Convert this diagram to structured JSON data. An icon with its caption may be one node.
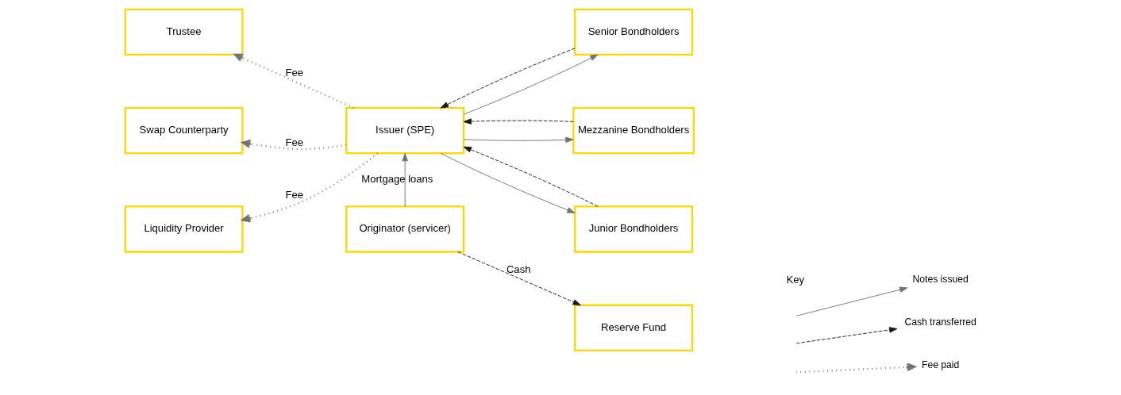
{
  "diagram": {
    "nodes": [
      {
        "text": [
          "Trustee"
        ]
      },
      {
        "text": [
          "Swap Counterparty"
        ]
      },
      {
        "text": [
          "Liquidity Provider"
        ]
      },
      {
        "text": [
          "Issuer (SPE)"
        ]
      },
      {
        "text": [
          "Senior Bondholders"
        ]
      },
      {
        "text": [
          "Mezzanine Bondholders"
        ]
      },
      {
        "text": [
          "Junior Bondholders"
        ]
      },
      {
        "text": [
          "Originator (servicer)"
        ]
      },
      {
        "text": [
          "Reserve Fund"
        ]
      }
    ],
    "edges": [
      {
        "from": 3,
        "to": 0,
        "arrow": "to",
        "label": "Fee",
        "style": "dashed"
      },
      {
        "from": 3,
        "to": 1,
        "arrow": "to",
        "label": "Fee",
        "style": "dashed"
      },
      {
        "from": 3,
        "to": 2,
        "arrow": "to",
        "label": "Fee",
        "style": "dashed"
      },
      {
        "from": 3,
        "to": 4,
        "arrow": "to"
      },
      {
        "from": 4,
        "to": 3,
        "arrow": "to",
        "style": "dashed",
        "color": "#1a1a1a"
      },
      {
        "from": 3,
        "to": 5,
        "arrow": "to"
      },
      {
        "from": 5,
        "to": 3,
        "arrow": "to",
        "style": "dashed",
        "color": "#1a1a1a"
      },
      {
        "from": 3,
        "to": 6,
        "arrow": "to"
      },
      {
        "from": 6,
        "to": 3,
        "arrow": "to",
        "style": "dashed",
        "color": "#1a1a1a"
      },
      {
        "from": 7,
        "to": 3,
        "arrow": "to",
        "label": "Mortgage loans"
      },
      {
        "from": 7,
        "to": 8,
        "arrow": "to",
        "label": "Cash",
        "style": "dashed",
        "color": "#1a1a1a"
      }
    ],
    "labels": [
      "Key"
    ],
    "legend": [
      {
        "text": "Notes issued"
      },
      {
        "text": "Cash transferred"
      },
      {
        "text": "Fee paid"
      }
    ]
  }
}
